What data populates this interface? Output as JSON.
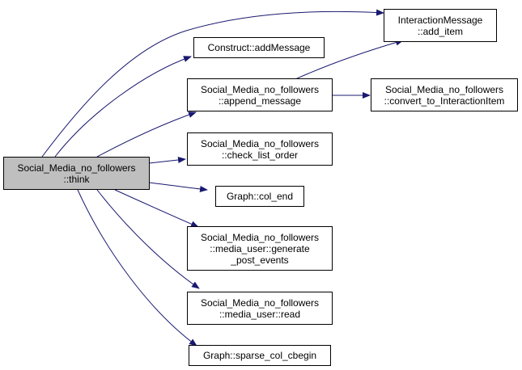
{
  "colors": {
    "edge": "#191970",
    "root_fill": "#bfbfbf",
    "node_fill": "#ffffff",
    "border": "#000000"
  },
  "nodes": {
    "think": [
      "Social_Media_no_followers",
      "::think"
    ],
    "add_item": [
      "InteractionMessage",
      "::add_item"
    ],
    "add_message": [
      "Construct::addMessage"
    ],
    "append_message": [
      "Social_Media_no_followers",
      "::append_message"
    ],
    "convert": [
      "Social_Media_no_followers",
      "::convert_to_InteractionItem"
    ],
    "check_list_order": [
      "Social_Media_no_followers",
      "::check_list_order"
    ],
    "col_end": [
      "Graph::col_end"
    ],
    "generate_post_events": [
      "Social_Media_no_followers",
      "::media_user::generate",
      "_post_events"
    ],
    "read": [
      "Social_Media_no_followers",
      "::media_user::read"
    ],
    "sparse_col_cbegin": [
      "Graph::sparse_col_cbegin"
    ]
  }
}
